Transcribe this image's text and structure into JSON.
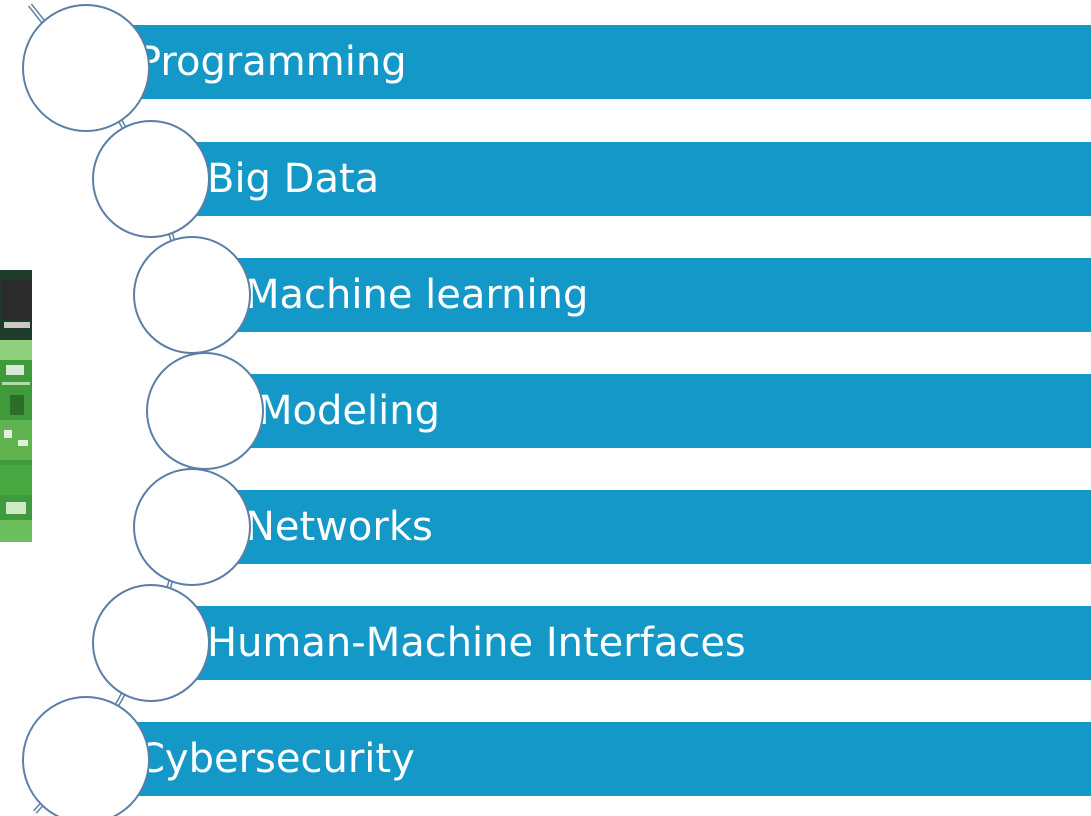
{
  "items": [
    {
      "label": "Programming"
    },
    {
      "label": "Big Data"
    },
    {
      "label": "Machine learning"
    },
    {
      "label": "Modeling"
    },
    {
      "label": "Networks"
    },
    {
      "label": "Human-Machine Interfaces"
    },
    {
      "label": "Cybersecurity"
    }
  ],
  "colors": {
    "bar": "#1498c7",
    "bubble_border": "#5b7fa6",
    "bubble_fill": "#ffffff",
    "bar_text": "#ffffff"
  },
  "decorative_image": "circuit-board-photo"
}
